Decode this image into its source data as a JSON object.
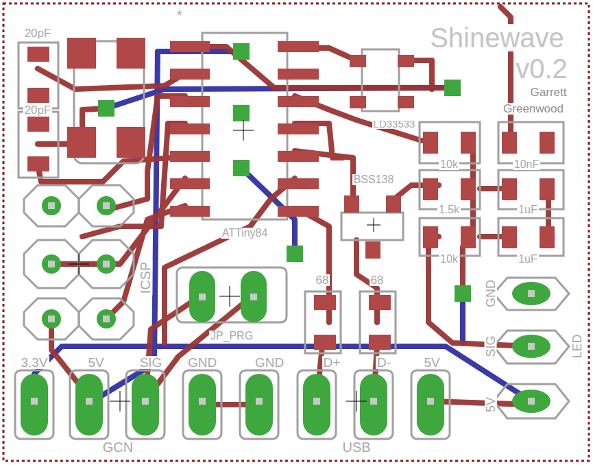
{
  "diagram": {
    "labels": [
      "20pF",
      "20pF",
      "*",
      "Shinewave",
      "v0.2",
      "Garrett",
      "Greenwood",
      "LD33533",
      "10k",
      "10nF",
      "BSS138",
      "1.5k",
      "1uF",
      "10k",
      "1uF",
      "ATTiny84",
      "ICSP",
      "68",
      "68",
      "GND",
      "SIG",
      "5V",
      "LED",
      "JP_PRG",
      "3.3V",
      "5V",
      "SIG",
      "GND",
      "GND",
      "D+",
      "D-",
      "5V",
      "GCN",
      "USB"
    ]
  }
}
